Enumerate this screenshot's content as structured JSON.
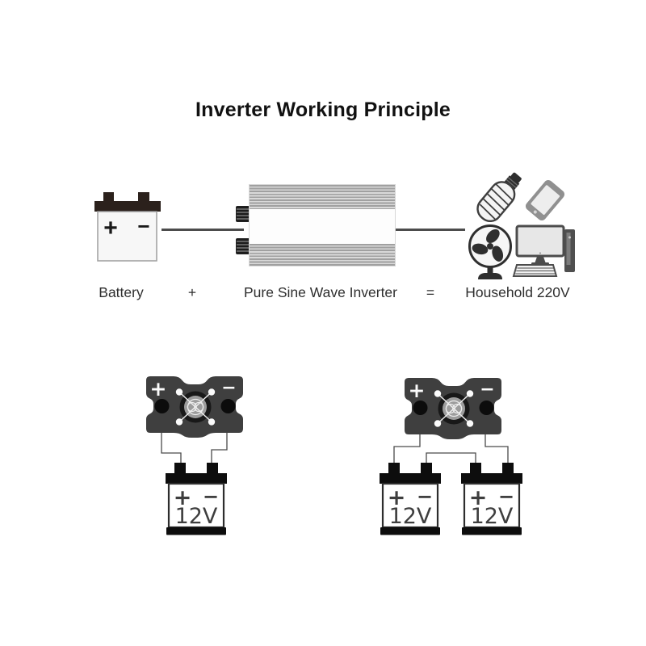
{
  "title": "Inverter Working Principle",
  "equation": {
    "battery": "Battery",
    "plus": "+",
    "inverter": "Pure Sine Wave Inverter",
    "equals": "=",
    "household": "Household 220V"
  },
  "battery_icon": {
    "plus": "+",
    "minus": "−"
  },
  "appliance_icons": [
    "cfl-bulb",
    "smartphone",
    "electric-fan",
    "desktop-computer"
  ],
  "wiring": {
    "single": {
      "inverter": {
        "plus": "+",
        "minus": "−"
      },
      "batteries": [
        {
          "plus": "+",
          "minus": "−",
          "voltage": "12V"
        }
      ]
    },
    "double": {
      "inverter": {
        "plus": "+",
        "minus": "−"
      },
      "batteries": [
        {
          "plus": "+",
          "minus": "−",
          "voltage": "12V"
        },
        {
          "plus": "+",
          "minus": "−",
          "voltage": "12V"
        }
      ]
    }
  },
  "colors": {
    "background": "#ffffff",
    "text": "#2e2e2e",
    "inverter_body": "#3f3f3f",
    "wire": "#4a4a4a",
    "battery_dark": "#2b211c"
  }
}
